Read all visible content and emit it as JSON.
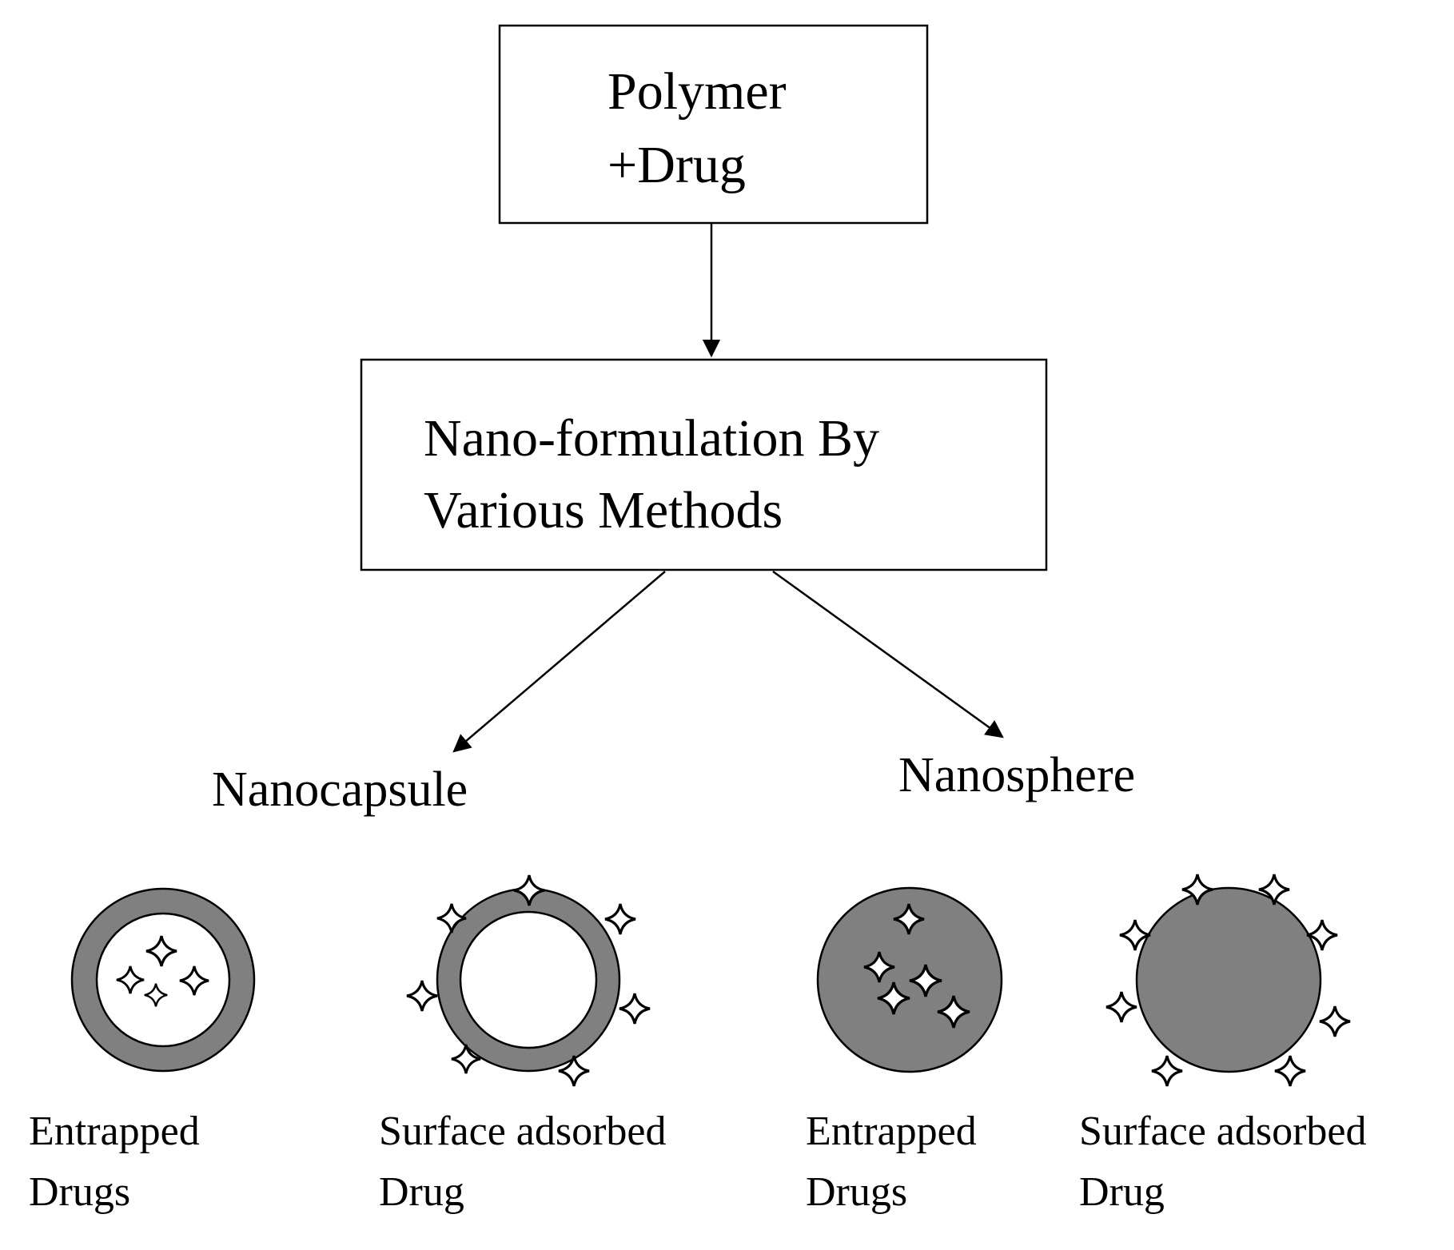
{
  "top_box": {
    "line1": "Polymer",
    "line2": "+Drug"
  },
  "middle_box": {
    "line1": "Nano-formulation By",
    "line2": "Various Methods"
  },
  "branches": {
    "left": {
      "title": "Nanocapsule"
    },
    "right": {
      "title": "Nanosphere"
    }
  },
  "items": [
    {
      "line1": "Entrapped",
      "line2": "Drugs"
    },
    {
      "line1": "Surface adsorbed",
      "line2": "Drug"
    },
    {
      "line1": "Entrapped",
      "line2": "Drugs"
    },
    {
      "line1": "Surface adsorbed",
      "line2": "Drug"
    }
  ],
  "colors": {
    "polymer_fill": "#808080",
    "stroke": "#000000",
    "core": "#ffffff",
    "drug_star": "#ffffff"
  },
  "icons": {
    "drug": "four-point-star-icon"
  }
}
